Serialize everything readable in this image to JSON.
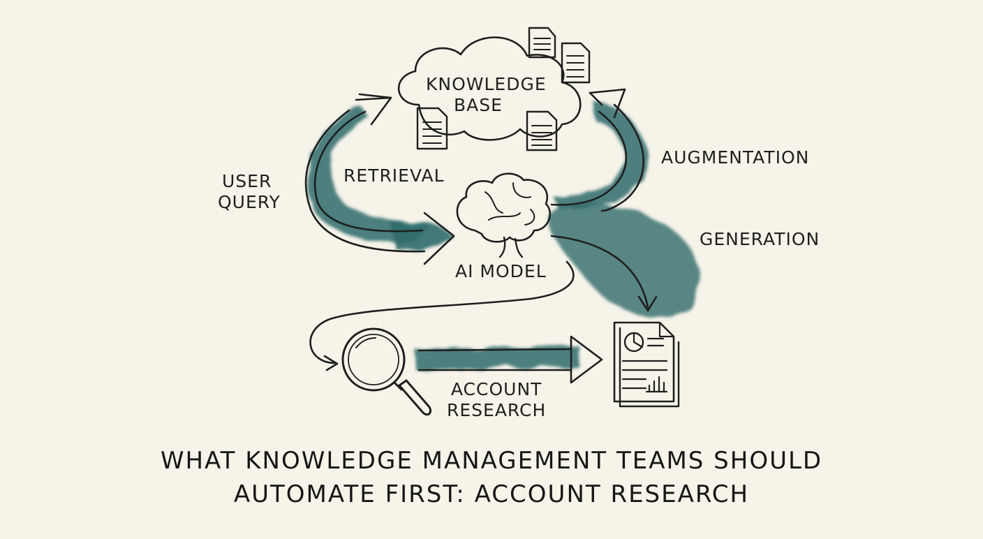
{
  "diagram": {
    "nodes": {
      "knowledge_base": {
        "line1": "KNOWLEDGE",
        "line2": "BASE",
        "icon": "cloud-icon"
      },
      "ai_model": {
        "label": "AI MODEL",
        "icon": "brain-icon"
      },
      "search": {
        "icon": "magnifier-icon"
      },
      "report": {
        "icon": "report-document-icon"
      }
    },
    "edges": {
      "user_query": {
        "line1": "USER",
        "line2": "QUERY"
      },
      "retrieval": "RETRIEVAL",
      "augmentation": "AUGMENTATION",
      "generation": "GENERATION",
      "account_research": {
        "line1": "ACCOUNT",
        "line2": "RESEARCH"
      }
    },
    "caption": {
      "line1": "WHAT KNOWLEDGE MANAGEMENT TEAMS SHOULD",
      "line2": "AUTOMATE FIRST: ACCOUNT RESEARCH"
    },
    "colors": {
      "ink": "#1e1e1e",
      "wash": "#2f6b6b",
      "paper": "#f6f3e9"
    }
  }
}
